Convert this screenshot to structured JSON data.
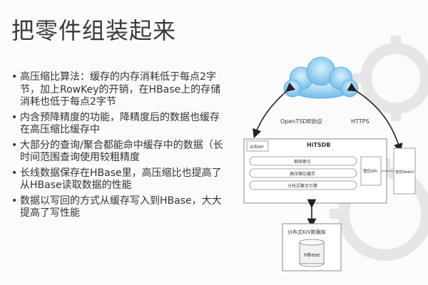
{
  "slide": {
    "title": "把零件组装起来",
    "bullets": [
      "高压缩比算法：缓存的内存消耗低于每点2字节，加上RowKey的开销，在HBase上的存储消耗也低于每点2字节",
      "内含预降精度的功能，降精度后的数据也缓存在高压缩比缓存中",
      "大部分的查询/聚合都能命中缓存中的数据（长时间范围查询使用较粗精度",
      "长线数据保存在HBase里，高压缩比也提高了从HBase读取数据的性能",
      "数据以写回的方式从缓存写入到HBase，大大提高了写性能"
    ]
  },
  "diagram": {
    "protocol_left": "OpenTSDB协议",
    "protocol_right": "HTTPS",
    "hitsdb_title": "HiTSDB",
    "business_api": "业务API",
    "layers": [
      "倒排索引",
      "高压缩比缓存",
      "分布式聚合引擎"
    ],
    "mgmt_api": "管控API",
    "console": "管控WebUI",
    "kv_title": "分布式K/V数据库",
    "hbase": "HBase"
  },
  "colors": {
    "text": "#333333",
    "cloud": "#7fc4ef",
    "line": "#222222",
    "box": "#9a9a9a",
    "gear": "#e9e9e9"
  }
}
